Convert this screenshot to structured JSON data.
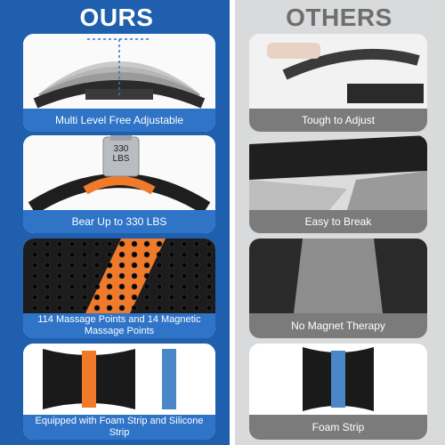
{
  "headers": {
    "ours": "OURS",
    "others": "OTHERS"
  },
  "ours": [
    {
      "caption": "Multi Level Free Adjustable"
    },
    {
      "caption": "Bear Up to 330 LBS",
      "weight_label": "330\nLBS"
    },
    {
      "caption": "114 Massage Points and 14 Magnetic Massage Points"
    },
    {
      "caption": "Equipped with Foam Strip and Silicone Strip"
    }
  ],
  "others": [
    {
      "caption": "Tough to Adjust"
    },
    {
      "caption": "Easy to Break"
    },
    {
      "caption": "No Magnet Therapy"
    },
    {
      "caption": "Foam Strip"
    }
  ],
  "colors": {
    "ours_bg": "#1f5fae",
    "ours_caption": "#2f74c7",
    "others_bg": "#d9dadb",
    "others_caption": "#7b7b7b",
    "accent_orange": "#f07a2a",
    "strip_blue": "#4a86c8"
  }
}
